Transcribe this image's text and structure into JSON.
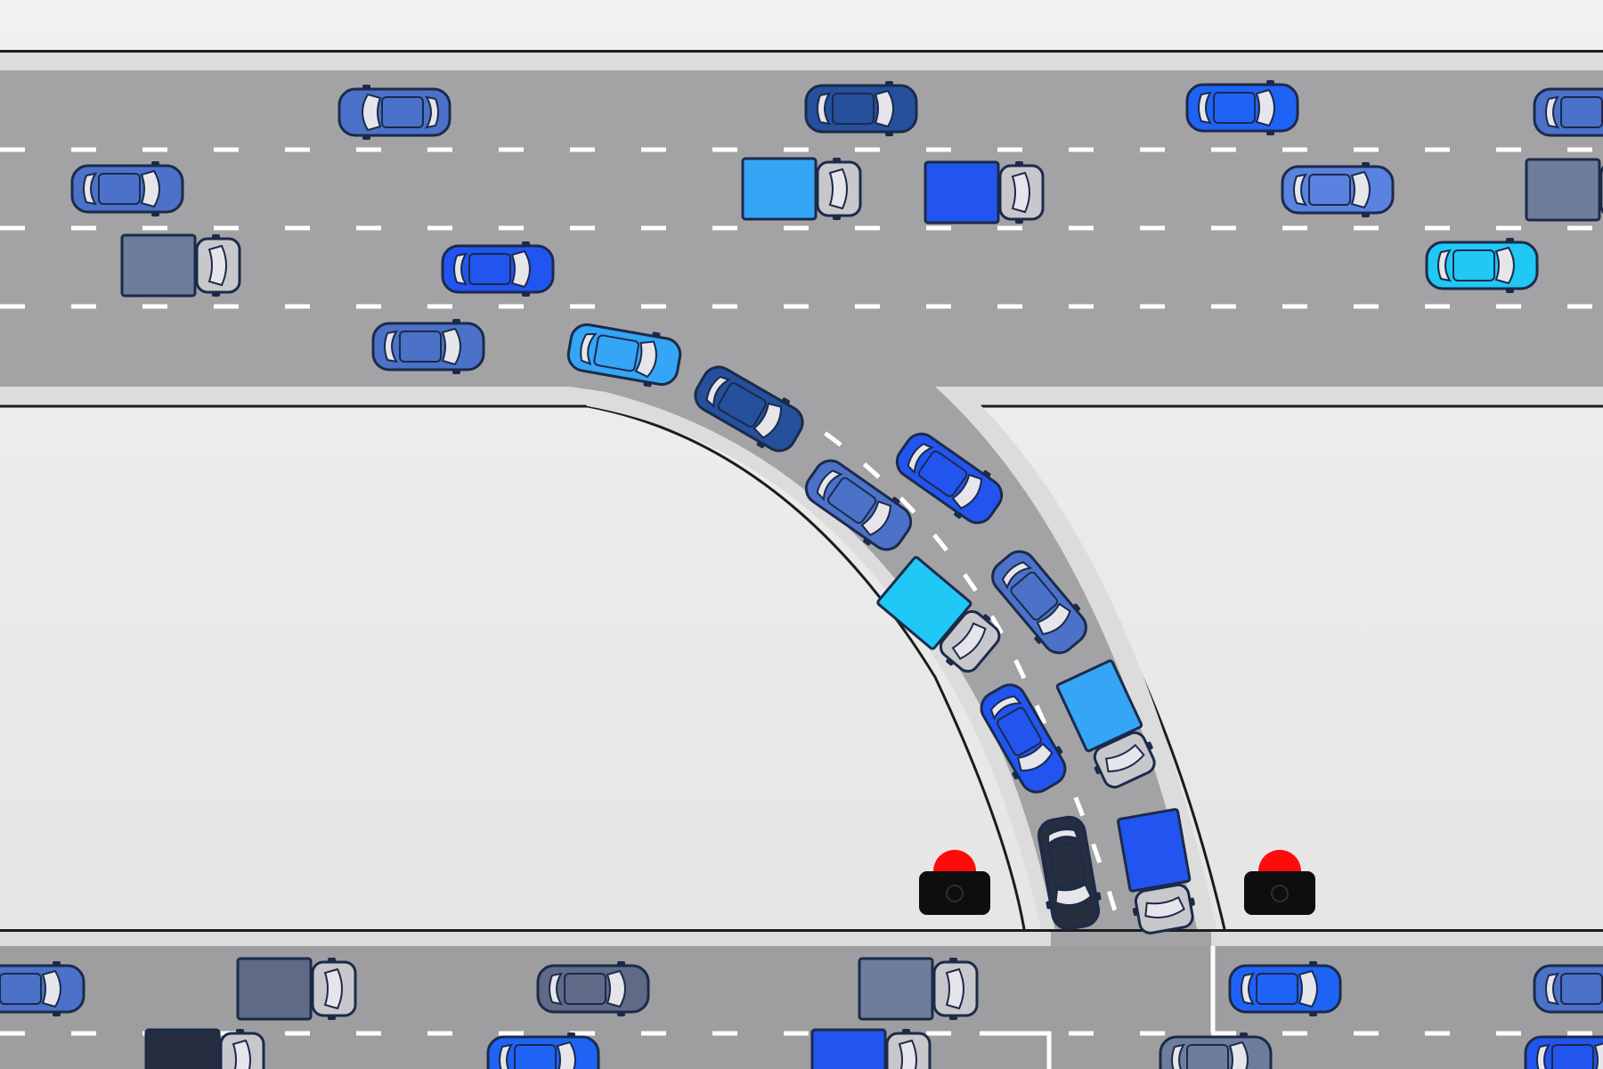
{
  "scene": {
    "type": "traffic-illustration",
    "colors": {
      "ground": "#ebebeb",
      "road": "#a3a3a5",
      "road_shoulder": "#dcdcdc",
      "road_edge": "#1c1c1c",
      "lane_marking": "#ffffff",
      "bottom_road": "#9e9ea0",
      "light_body": "#0e0e0e",
      "light_red": "#ff0b0b"
    },
    "vehicle_palette": {
      "blue": "#5a82e0",
      "steel": "#4b72c8",
      "navy": "#24509c",
      "royal": "#2255ef",
      "bright": "#1f63f5",
      "sky": "#35a5f5",
      "cyan": "#1fc8f5",
      "charcoal": "#262d3f",
      "slate": "#5e6a86",
      "greyblue": "#6d7d9a"
    },
    "vehicle_count": 34,
    "traffic_light_color": "red",
    "traffic_light_count": 2
  }
}
